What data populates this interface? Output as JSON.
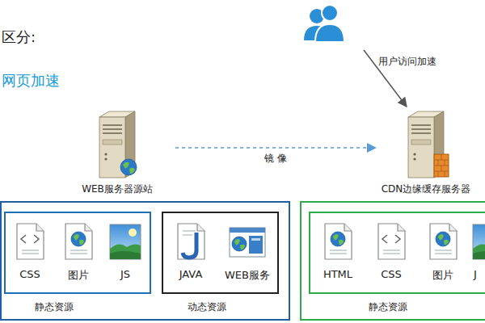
{
  "diagram": {
    "nodes": [
      {
        "text": [
          "WEB服务器源站"
        ]
      },
      {
        "text": [
          "CDN边缘缓存服务器"
        ]
      },
      {
        "text": [
          "静态资源"
        ]
      },
      {
        "text": [
          "CSS"
        ],
        "in": 2
      },
      {
        "text": [
          "图片"
        ],
        "in": 2
      },
      {
        "text": [
          "JS"
        ],
        "in": 2
      },
      {
        "text": [
          "动态资源"
        ]
      },
      {
        "text": [
          "JAVA"
        ],
        "in": 6
      },
      {
        "text": [
          "WEB服务"
        ],
        "in": 6
      },
      {
        "text": [
          "静态资源"
        ]
      },
      {
        "text": [
          "HTML"
        ],
        "in": 9
      },
      {
        "text": [
          "CSS"
        ],
        "in": 9
      },
      {
        "text": [
          "图片"
        ],
        "in": 9
      },
      {
        "text": [
          "J"
        ],
        "in": 9
      }
    ],
    "edges": [
      {
        "from": 0,
        "to": 1,
        "label": "镜 像",
        "arrow": "to"
      }
    ],
    "labels": [
      "区分:",
      "网页加速",
      "用户访问加速"
    ]
  }
}
